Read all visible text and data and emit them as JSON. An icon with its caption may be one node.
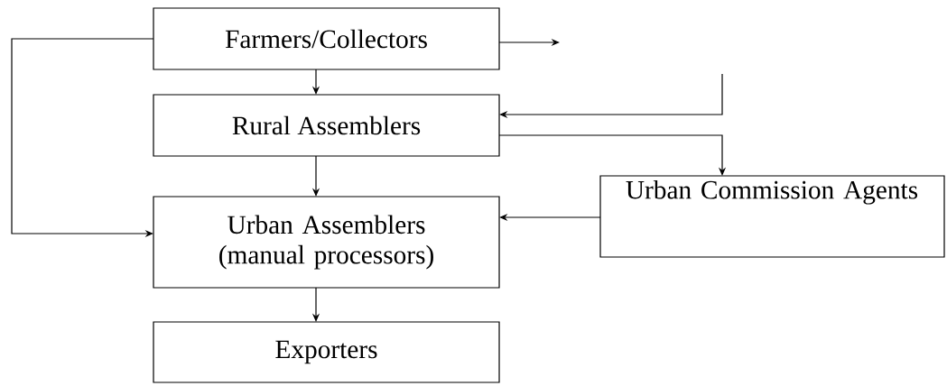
{
  "diagram": {
    "nodes": [
      {
        "text": [
          "Farmers/Collectors"
        ]
      },
      {
        "text": [
          "Rural Assemblers"
        ]
      },
      {
        "text": [
          "Urban Assemblers (manual processors)"
        ]
      },
      {
        "text": [
          "Urban Commission Agents"
        ]
      },
      {
        "text": [
          "Exporters"
        ]
      }
    ],
    "edges": [
      {
        "from": 0,
        "to": 1,
        "arrow": "to"
      },
      {
        "from": 0,
        "to": 2,
        "arrow": "to"
      },
      {
        "from": 0,
        "to": null,
        "arrow": "to"
      },
      {
        "from": null,
        "to": 1,
        "arrow": "to"
      },
      {
        "from": 1,
        "to": 2,
        "arrow": "to"
      },
      {
        "from": 1,
        "to": 3,
        "arrow": "to"
      },
      {
        "from": 3,
        "to": 2,
        "arrow": "to"
      },
      {
        "from": 2,
        "to": 4,
        "arrow": "to"
      }
    ]
  }
}
